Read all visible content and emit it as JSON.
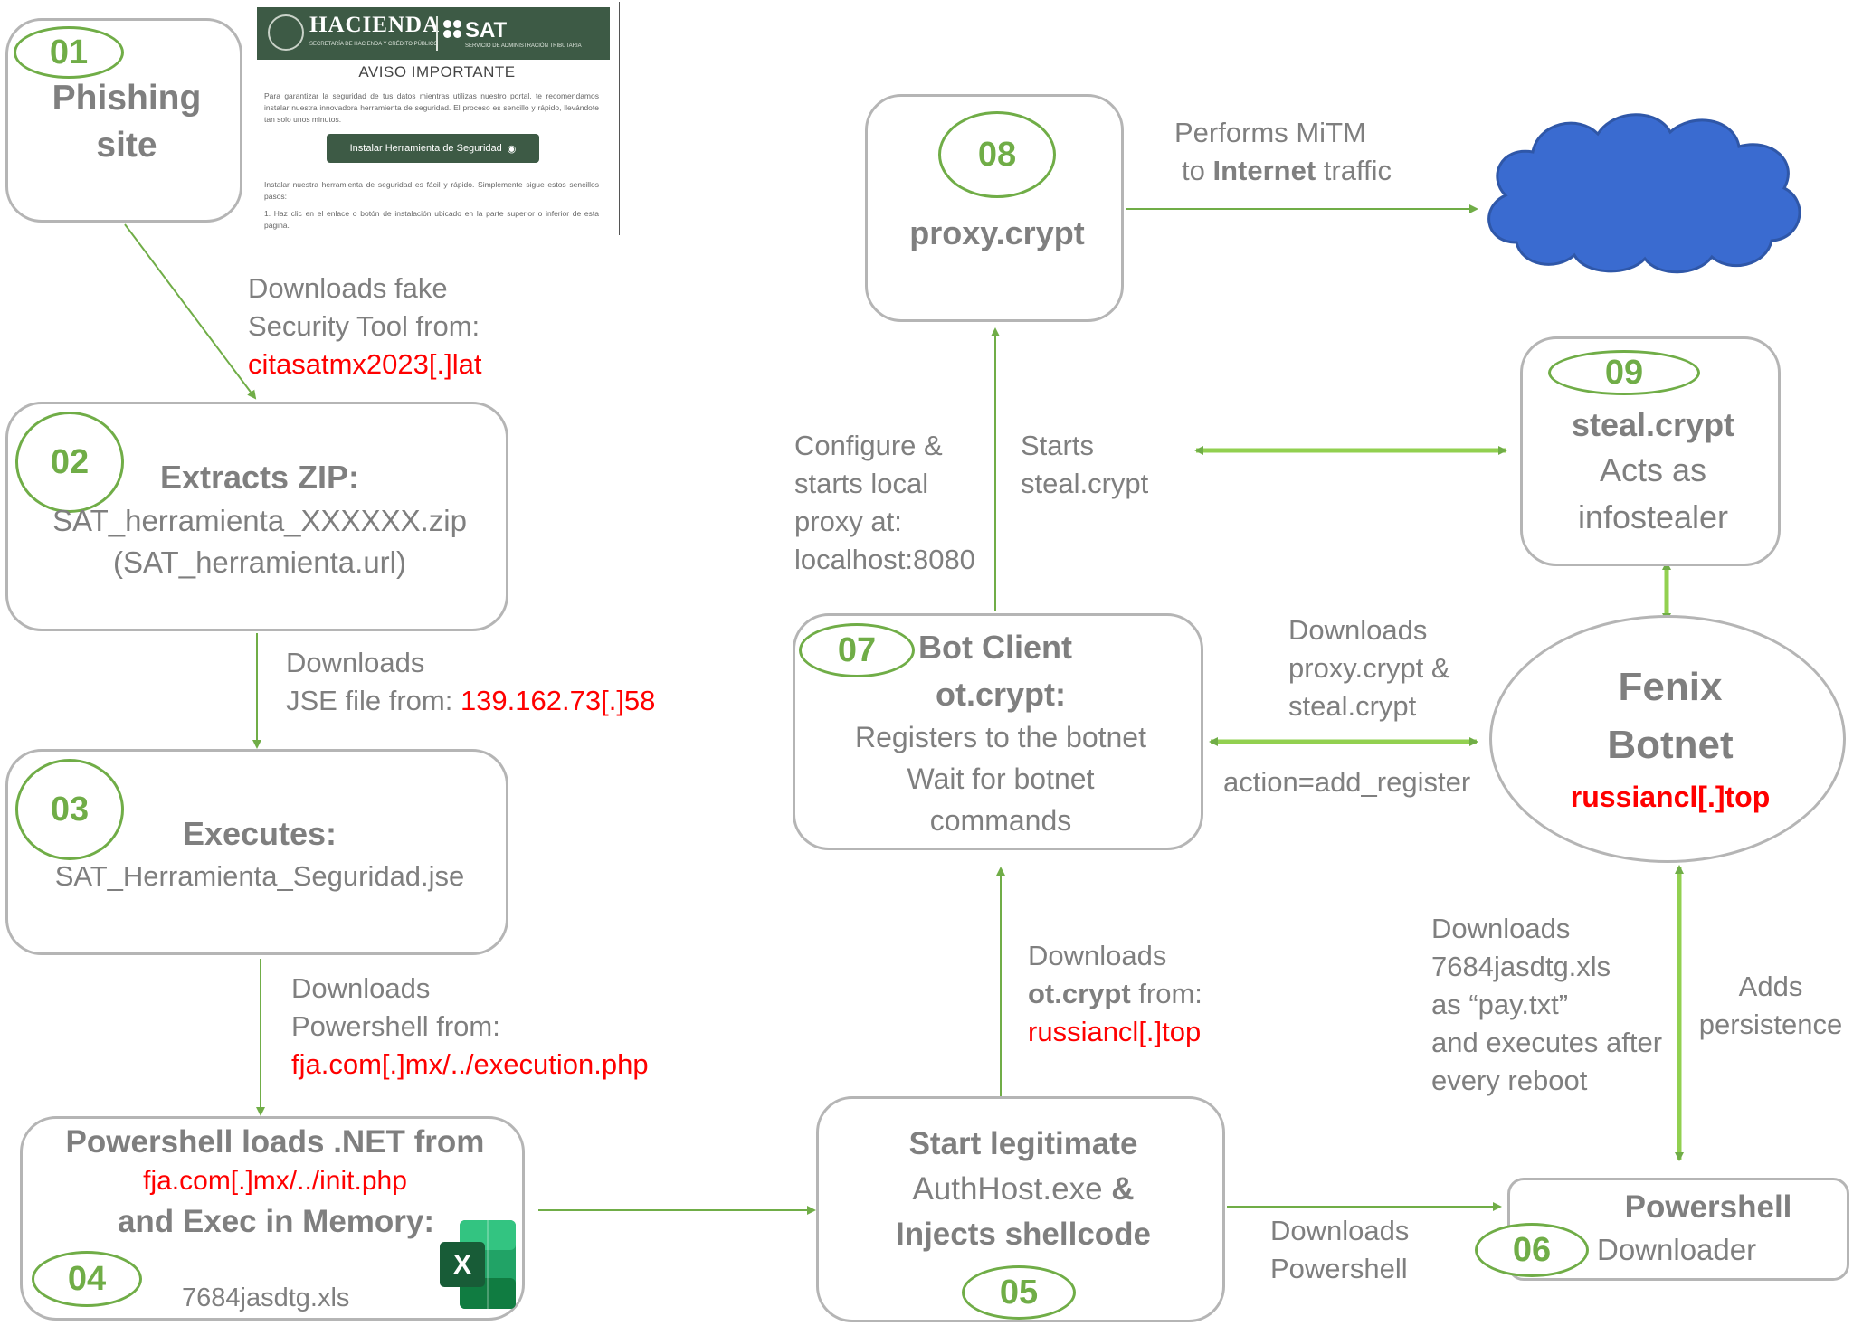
{
  "colors": {
    "accent_green": "#70ad47",
    "box_border": "#b5b5b5",
    "text_gray": "#7f7f7f",
    "ioc_red": "#ff0000",
    "cloud_blue": "#3a6bd0",
    "site_green": "#3d5a45"
  },
  "site": {
    "brand": "HACIENDA",
    "brand_sub": "SECRETARÍA DE HACIENDA Y CRÉDITO PÚBLICO",
    "sat": "SAT",
    "sat_sub": "SERVICIO DE ADMINISTRACIÓN TRIBUTARIA",
    "title": "AVISO IMPORTANTE",
    "para1": "Para garantizar la seguridad de tus datos mientras utilizas nuestro portal, te recomendamos instalar nuestra innovadora herramienta de seguridad. El proceso es sencillo y rápido, llevándote tan solo unos minutos.",
    "button": "Instalar Herramienta de Seguridad",
    "para2": "Instalar nuestra herramienta de seguridad es fácil y rápido. Simplemente sigue estos sencillos pasos:",
    "para3": "1. Haz clic en el enlace o botón de instalación ubicado en la parte superior o inferior de esta página."
  },
  "nodes": {
    "n01": {
      "badge": "01",
      "line1": "Phishing",
      "line2": "site"
    },
    "n02": {
      "badge": "02",
      "title": "Extracts ZIP:",
      "line1": "SAT_herramienta_XXXXXX.zip",
      "line2": "(SAT_herramienta.url)"
    },
    "n03": {
      "badge": "03",
      "title": "Executes:",
      "line1": "SAT_Herramienta_Seguridad.jse"
    },
    "n04": {
      "badge": "04",
      "title": "Powershell loads .NET from",
      "ioc": "fja.com[.]mx/../init.php",
      "line2": "and Exec in Memory:",
      "file": "7684jasdtg.xls"
    },
    "n05": {
      "badge": "05",
      "line1": "Start legitimate",
      "line2a": "AuthHost.exe",
      "line2b": " &",
      "line3": "Injects shellcode"
    },
    "n06": {
      "badge": "06",
      "title": "Powershell",
      "line1": "Downloader"
    },
    "n07": {
      "badge": "07",
      "title1": "Bot Client",
      "title2": "ot.crypt:",
      "line1": "Registers to the botnet",
      "line2": "Wait for botnet",
      "line3": "commands"
    },
    "n08": {
      "badge": "08",
      "title": "proxy.crypt"
    },
    "n09": {
      "badge": "09",
      "title": "steal.crypt",
      "line1": "Acts as",
      "line2": "infostealer"
    },
    "fenix": {
      "line1": "Fenix",
      "line2": "Botnet",
      "ioc": "russiancl[.]top"
    }
  },
  "edges": {
    "e01": {
      "l1": "Downloads fake",
      "l2": "Security Tool from:",
      "ioc": "citasatmx2023[.]lat"
    },
    "e02": {
      "l1": "Downloads",
      "l2": "JSE file from: ",
      "ioc": "139.162.73[.]58"
    },
    "e03": {
      "l1": "Downloads",
      "l2": "Powershell from:",
      "ioc": "fja.com[.]mx/../execution.php"
    },
    "e05": {
      "l1": "Downloads",
      "l2a": "ot.crypt",
      "l2b": " from:",
      "ioc": "russiancl[.]top"
    },
    "e06": {
      "l1": "Downloads",
      "l2": "Powershell"
    },
    "e_cfg": {
      "l1": "Configure &",
      "l2": "starts local",
      "l3": "proxy at:",
      "l4": "localhost:8080"
    },
    "e_steal": {
      "l1": "Starts",
      "l2": "steal.crypt"
    },
    "e_mitm": {
      "l1": "Performs MiTM",
      "l2a": "to ",
      "l2b": "Internet",
      "l2c": " traffic"
    },
    "e_bot": {
      "l1": "Downloads",
      "l2": "proxy.crypt &",
      "l3": "steal.crypt",
      "l4": "action=add_register"
    },
    "e_pay": {
      "l1": "Downloads",
      "l2": "7684jasdtg.xls",
      "l3": "as “pay.txt”",
      "l4": "and executes after",
      "l5": "every reboot"
    },
    "e_pers": {
      "l1": "Adds",
      "l2": "persistence"
    }
  }
}
